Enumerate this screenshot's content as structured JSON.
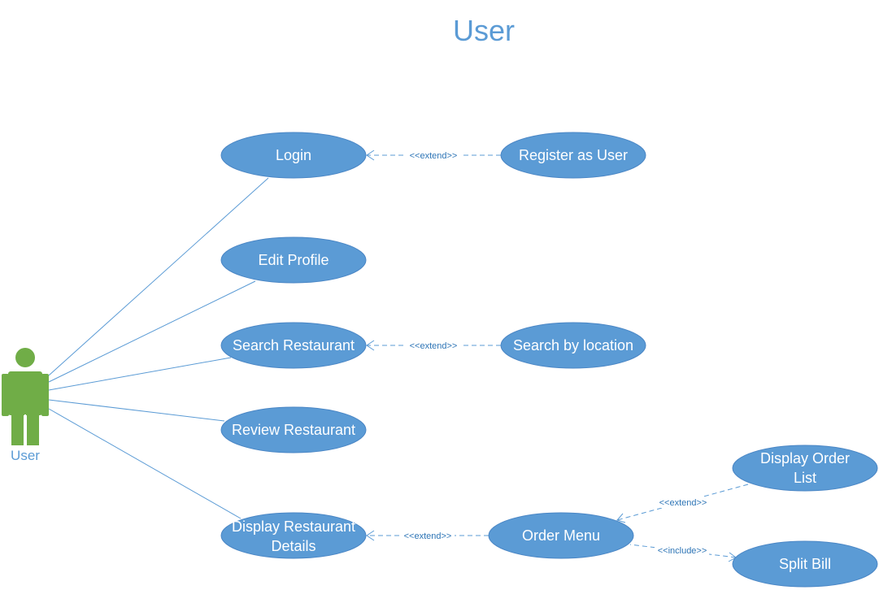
{
  "diagram": {
    "title": "User",
    "actor": {
      "label": "User",
      "icon": "stick-figure-icon",
      "color": "#70ad47"
    },
    "use_cases": {
      "login": "Login",
      "register": "Register as User",
      "edit_profile": "Edit Profile",
      "search_restaurant": "Search Restaurant",
      "search_location": "Search by location",
      "review_restaurant": "Review Restaurant",
      "display_details_line1": "Display Restaurant",
      "display_details_line2": "Details",
      "order_menu": "Order Menu",
      "display_order_list_line1": "Display Order",
      "display_order_list_line2": "List",
      "split_bill": "Split Bill"
    },
    "relationships": {
      "register_login": "<<extend>>",
      "location_search": "<<extend>>",
      "order_details": "<<extend>>",
      "orderlist_order": "<<extend>>",
      "order_split": "<<include>>"
    },
    "colors": {
      "usecase_fill": "#5b9bd5",
      "line": "#5b9bd5",
      "title": "#5b9bd5"
    }
  }
}
